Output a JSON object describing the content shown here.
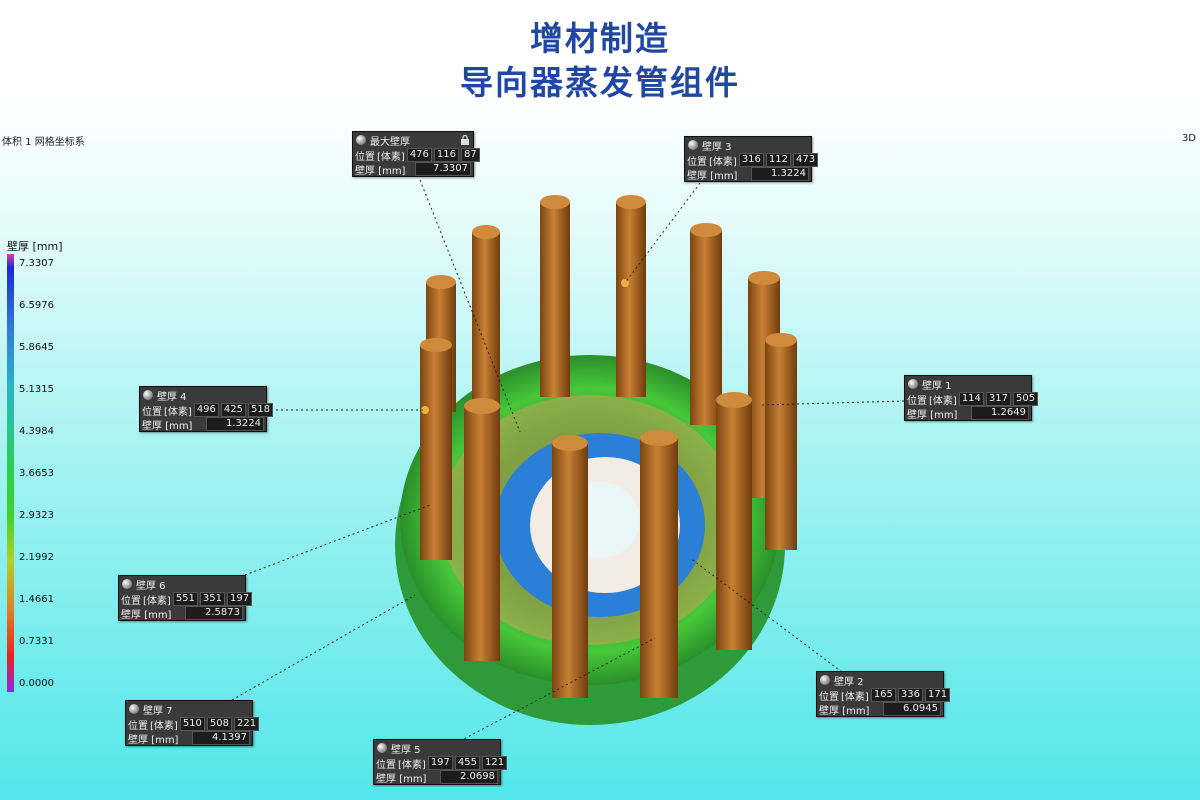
{
  "title": {
    "line1": "增材制造",
    "line2": "导向器蒸发管组件"
  },
  "viewport": {
    "left_label": "体积 1 网格坐标系",
    "right_label": "3D"
  },
  "scale": {
    "title": "壁厚 [mm]",
    "ticks": [
      "7.3307",
      "6.5976",
      "5.8645",
      "5.1315",
      "4.3984",
      "3.6653",
      "2.9323",
      "2.1992",
      "1.4661",
      "0.7331",
      "0.0000"
    ]
  },
  "labels": {
    "position": "位置",
    "unit_voxel": "[体素]",
    "thickness": "壁厚 [mm]"
  },
  "annotations": [
    {
      "id": "max",
      "title": "最大壁厚",
      "pos": [
        "476",
        "116",
        "87"
      ],
      "thickness": "7.3307",
      "locked": true
    },
    {
      "id": "wall3",
      "title": "壁厚 3",
      "pos": [
        "316",
        "112",
        "473"
      ],
      "thickness": "1.3224"
    },
    {
      "id": "wall4",
      "title": "壁厚 4",
      "pos": [
        "496",
        "425",
        "518"
      ],
      "thickness": "1.3224"
    },
    {
      "id": "wall1",
      "title": "壁厚 1",
      "pos": [
        "114",
        "317",
        "505"
      ],
      "thickness": "1.2649"
    },
    {
      "id": "wall6",
      "title": "壁厚 6",
      "pos": [
        "551",
        "351",
        "197"
      ],
      "thickness": "2.5873"
    },
    {
      "id": "wall2",
      "title": "壁厚 2",
      "pos": [
        "165",
        "336",
        "171"
      ],
      "thickness": "6.0945"
    },
    {
      "id": "wall7",
      "title": "壁厚 7",
      "pos": [
        "510",
        "508",
        "221"
      ],
      "thickness": "4.1397"
    },
    {
      "id": "wall5",
      "title": "壁厚 5",
      "pos": [
        "197",
        "455",
        "121"
      ],
      "thickness": "2.0698"
    }
  ],
  "colors": {
    "title": "#1f47a3",
    "tube": "#b06a24",
    "ring": "#3ec23a",
    "inner_ring": "#2a7bd0"
  }
}
